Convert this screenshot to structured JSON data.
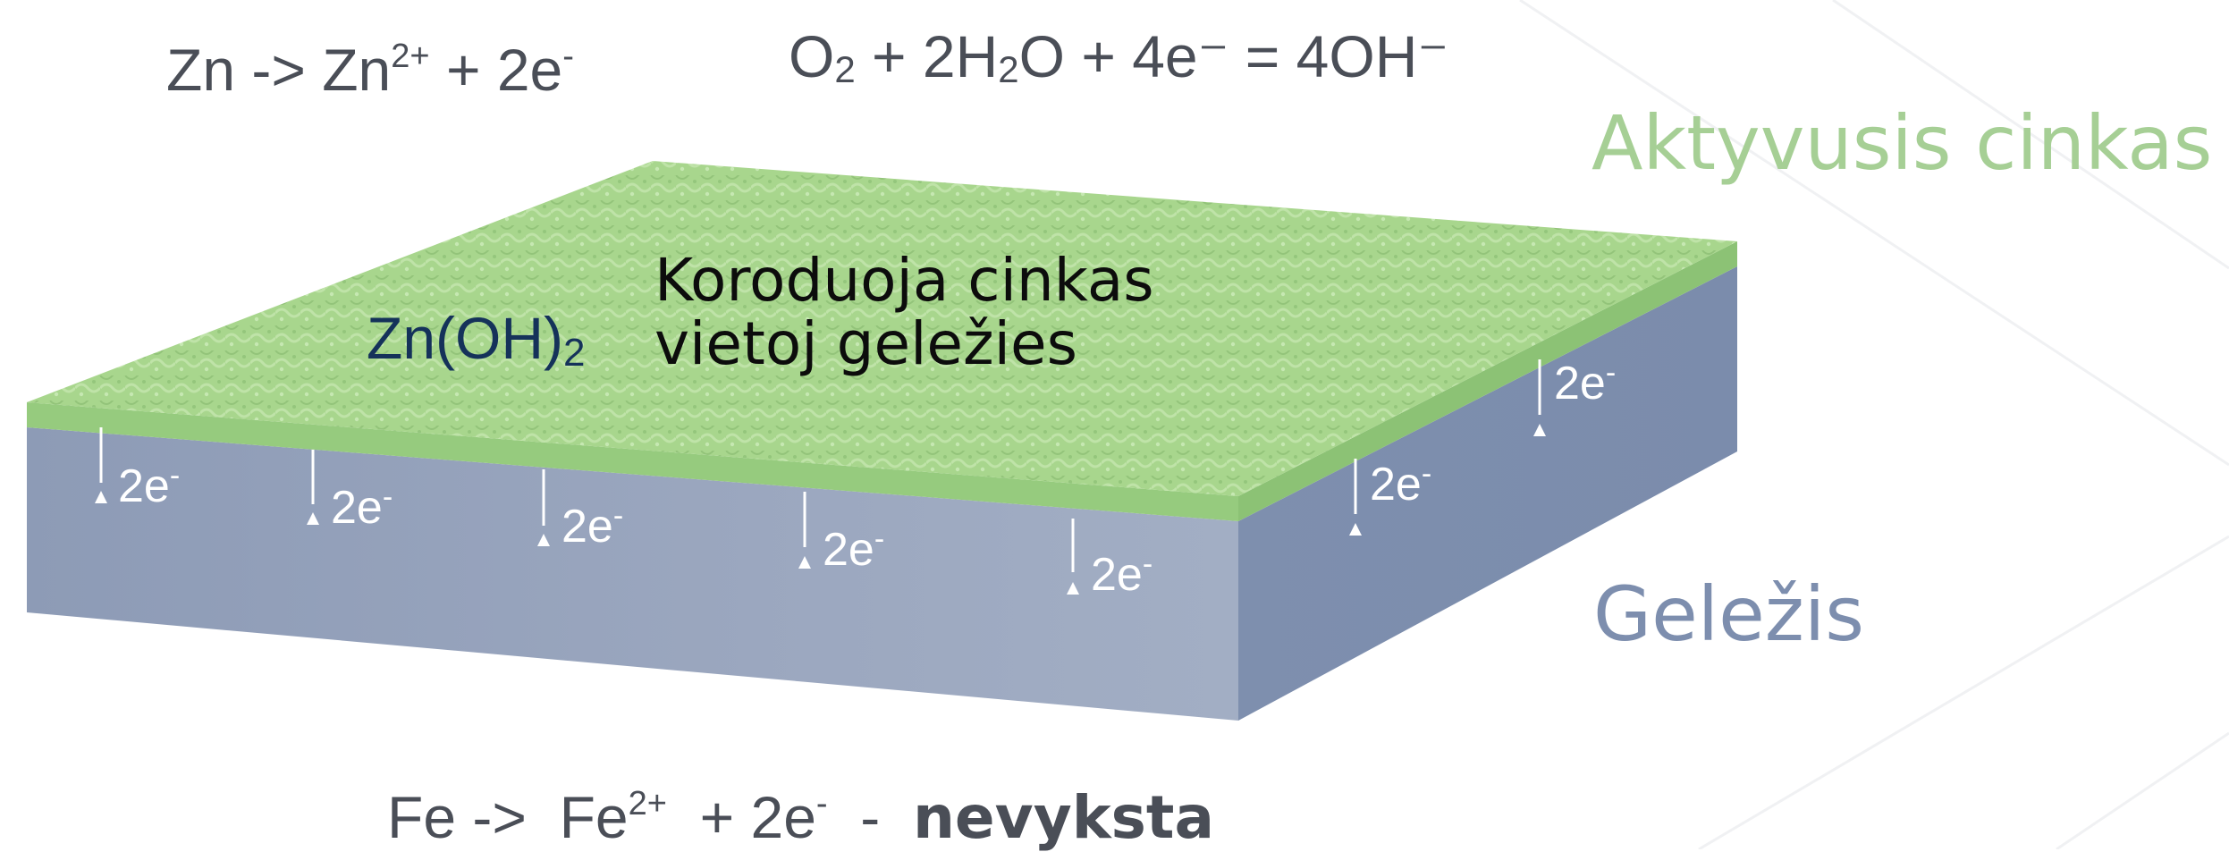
{
  "equations": {
    "zinc_oxidation": {
      "lhs": "Zn ->",
      "ion": "Zn",
      "ion_charge": "2+",
      "plus": "+ 2e",
      "e_charge": "-"
    },
    "oxygen_reduction": {
      "o": "O",
      "o_sub": "2",
      "mid": " + 2H",
      "h_sub": "2",
      "rest": "O + 4e⁻ = 4OH⁻"
    },
    "iron_oxidation": {
      "lhs": "Fe ->",
      "ion": "Fe",
      "ion_charge": "2+",
      "plus": "+ 2e",
      "e_charge": "-",
      "dash": "-",
      "result": "nevyksta"
    }
  },
  "labels": {
    "active_zinc": "Aktyvusis cinkas",
    "iron": "Geležis",
    "corrosion_line1": "Koroduoja cinkas",
    "corrosion_line2": "vietoj geležies",
    "zinc_hydroxide": "Zn(OH)",
    "zinc_hydroxide_sub": "2"
  },
  "electron_flow_label": "2e",
  "electron_flow_charge": "-",
  "colors": {
    "zinc_top": "#a6d58b",
    "zinc_edge": "#8fc77a",
    "iron_front": "#98a5bd",
    "iron_side": "#8090ae",
    "active_zinc_text": "#a6cf95",
    "iron_text": "#7d8eae",
    "equation_text": "#4a4e57"
  }
}
